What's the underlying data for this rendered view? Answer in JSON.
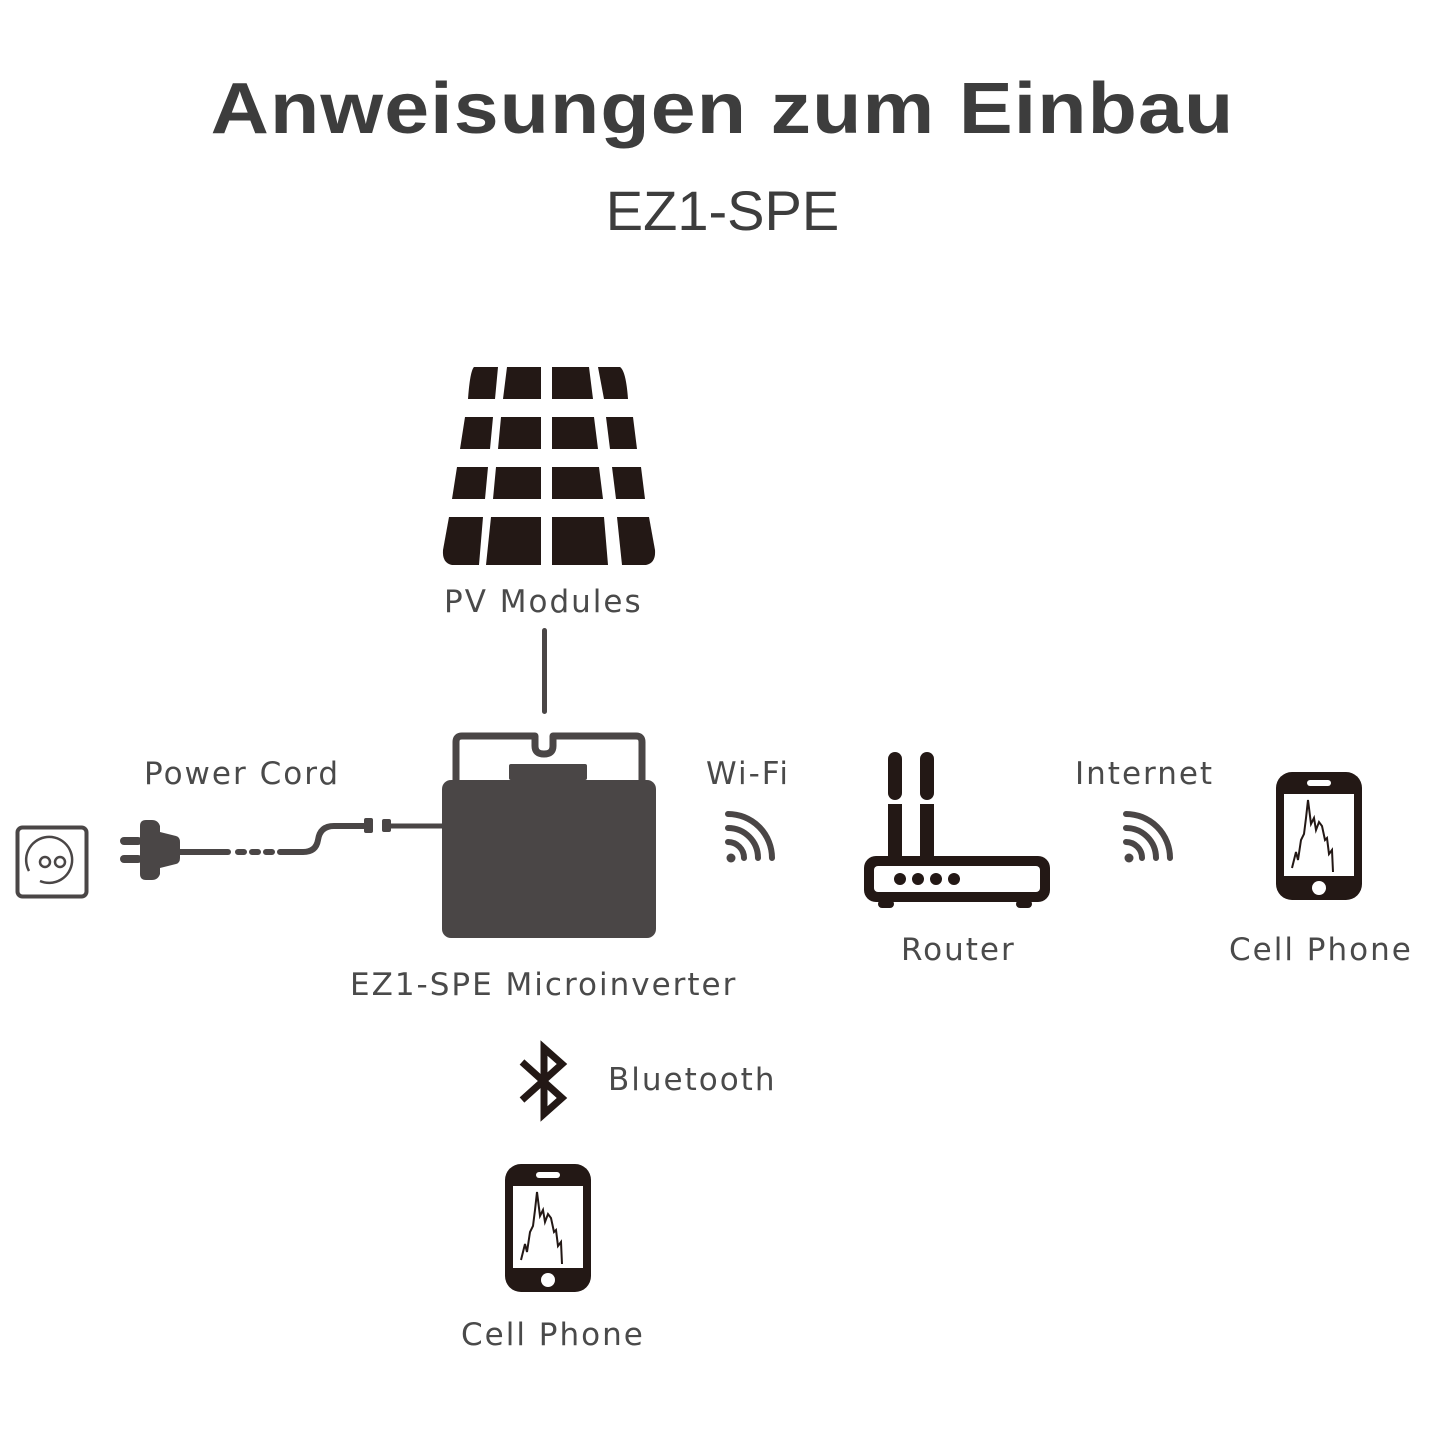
{
  "header": {
    "title": "Anweisungen zum Einbau",
    "subtitle": "EZ1-SPE"
  },
  "diagram": {
    "nodes": {
      "pv_modules": {
        "label": "PV Modules",
        "icon": "solar-panel-icon"
      },
      "microinverter": {
        "label": "EZ1-SPE Microinverter",
        "icon": "microinverter-icon"
      },
      "power_cord": {
        "label": "Power Cord",
        "icon": "plug-icon"
      },
      "socket": {
        "icon": "wall-socket-icon"
      },
      "router": {
        "label": "Router",
        "icon": "router-icon"
      },
      "cell_phone_internet": {
        "label": "Cell Phone",
        "icon": "smartphone-icon"
      },
      "cell_phone_bluetooth": {
        "label": "Cell Phone",
        "icon": "smartphone-icon"
      }
    },
    "connections": {
      "wifi": {
        "label": "Wi-Fi",
        "icon": "wifi-icon"
      },
      "internet": {
        "label": "Internet",
        "icon": "wifi-icon"
      },
      "bluetooth": {
        "label": "Bluetooth",
        "icon": "bluetooth-icon"
      }
    },
    "colors": {
      "title": "#3d3d3d",
      "icon_dark": "#231815",
      "inverter_body": "#4a4646",
      "label_text": "#4a4a4a"
    }
  }
}
